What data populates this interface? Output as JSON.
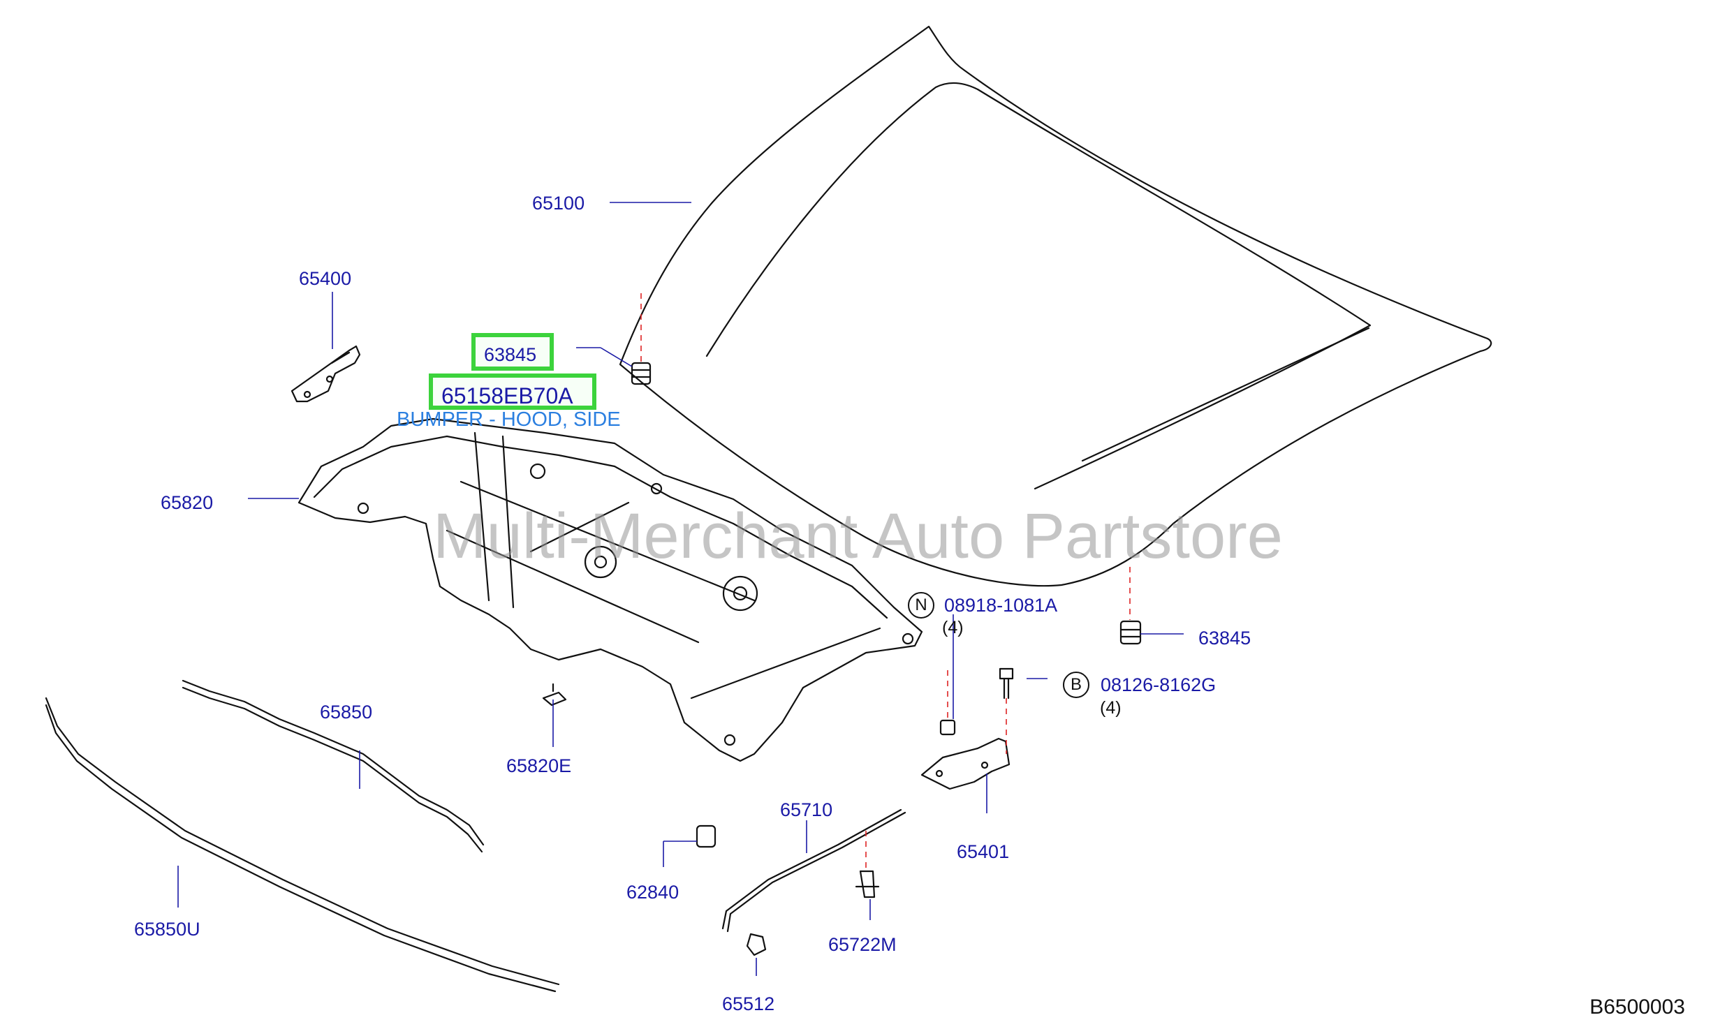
{
  "callouts": {
    "hood": "65100",
    "hinge_left": "65400",
    "bumper_top": "63845",
    "bumper_part_number": "65158EB70A",
    "bumper_description": "BUMPER - HOOD, SIDE",
    "insulator": "65820",
    "clip_insulator": "65820E",
    "seal_upper": "65850",
    "seal_lower": "65850U",
    "nut_ref": "08918-1081A",
    "nut_qty": "(4)",
    "nut_letter": "N",
    "bumper_right": "63845",
    "bolt_ref": "08126-8162G",
    "bolt_qty": "(4)",
    "bolt_letter": "B",
    "hinge_right": "65401",
    "hood_rod": "65710",
    "grommet": "62840",
    "rod_clip": "65722M",
    "rod_holder": "65512"
  },
  "watermark": "Multi-Merchant Auto Partstore",
  "diagram_code": "B6500003"
}
